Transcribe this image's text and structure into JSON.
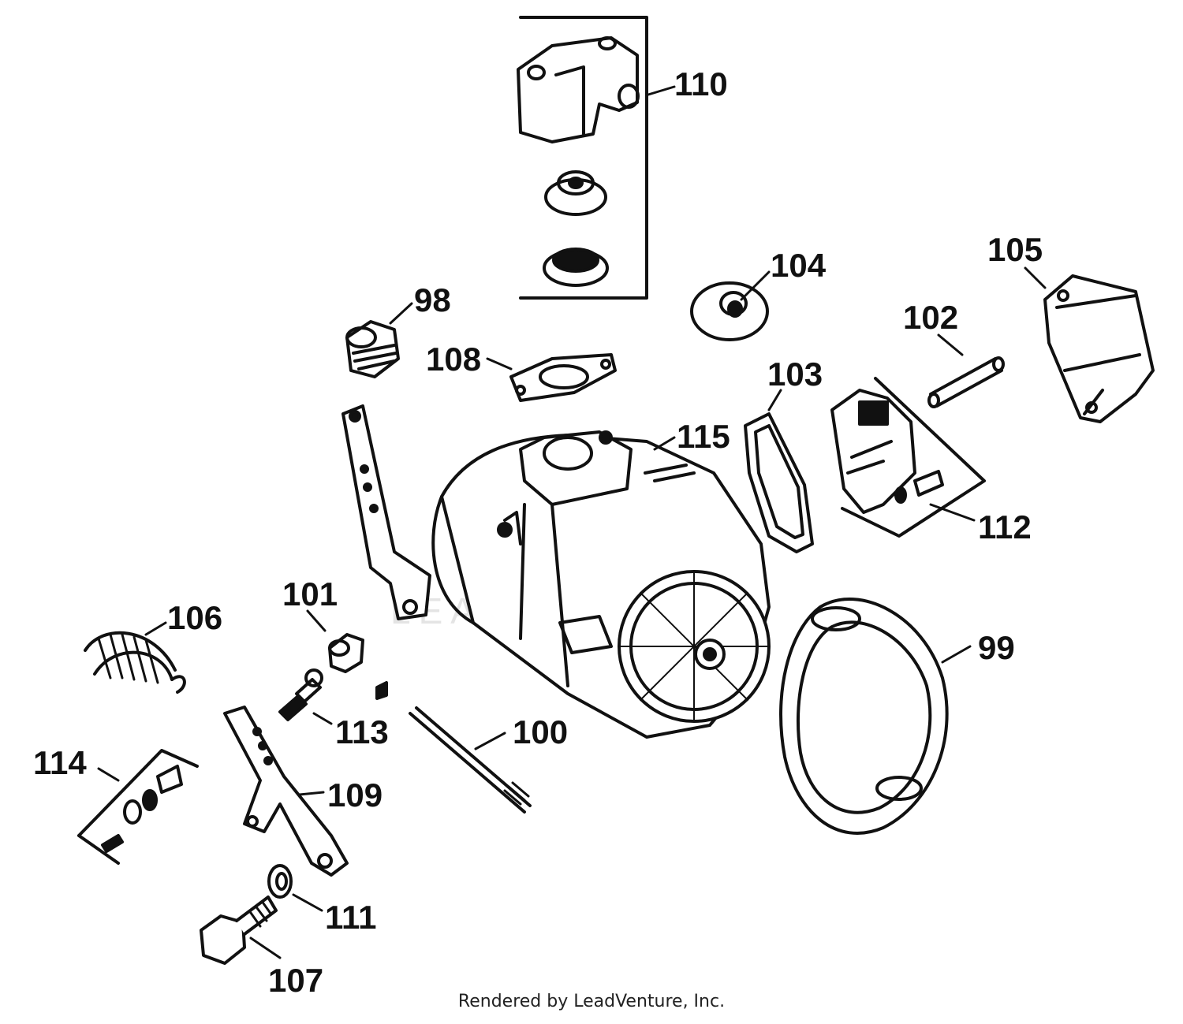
{
  "callouts": [
    {
      "id": "110",
      "text": "110"
    },
    {
      "id": "104",
      "text": "104"
    },
    {
      "id": "105",
      "text": "105"
    },
    {
      "id": "98",
      "text": "98"
    },
    {
      "id": "102",
      "text": "102"
    },
    {
      "id": "108",
      "text": "108"
    },
    {
      "id": "103",
      "text": "103"
    },
    {
      "id": "115",
      "text": "115"
    },
    {
      "id": "112",
      "text": "112"
    },
    {
      "id": "101",
      "text": "101"
    },
    {
      "id": "106",
      "text": "106"
    },
    {
      "id": "99",
      "text": "99"
    },
    {
      "id": "113",
      "text": "113"
    },
    {
      "id": "100",
      "text": "100"
    },
    {
      "id": "114",
      "text": "114"
    },
    {
      "id": "109",
      "text": "109"
    },
    {
      "id": "111",
      "text": "111"
    },
    {
      "id": "107",
      "text": "107"
    }
  ],
  "footer": "Rendered by LeadVenture, Inc.",
  "watermark": "LEADVENTURE",
  "colors": {
    "ink": "#111111",
    "paper": "#ffffff",
    "watermark": "#e4e4e4"
  }
}
